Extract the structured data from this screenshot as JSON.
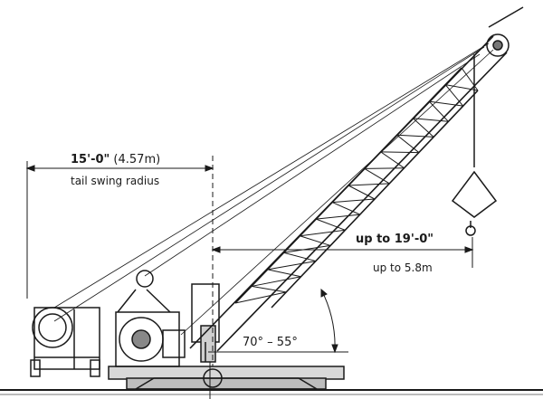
{
  "tail_swing": {
    "dimension_bold": "15'-0\"",
    "dimension_metric": " (4.57m)",
    "caption": "tail swing radius"
  },
  "reach": {
    "dimension_bold": "up to 19'-0\"",
    "dimension_metric": "up to 5.8m"
  },
  "boom_angle": {
    "label": "70° – 55°"
  },
  "colors": {
    "line": "#1a1a1a",
    "background": "#ffffff"
  }
}
